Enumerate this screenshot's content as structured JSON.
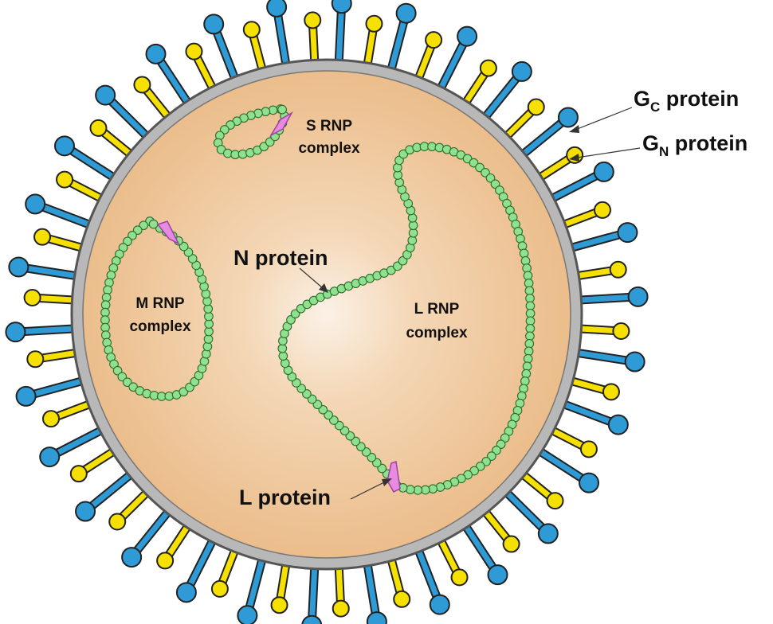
{
  "labels": {
    "gc": {
      "base": "G",
      "sub": "C",
      "rest": " protein"
    },
    "gn": {
      "base": "G",
      "sub": "N",
      "rest": " protein"
    },
    "n_protein": "N protein",
    "l_protein": "L protein",
    "s_rnp": {
      "line1": "S RNP",
      "line2": "complex"
    },
    "m_rnp": {
      "line1": "M RNP",
      "line2": "complex"
    },
    "l_rnp": {
      "line1": "L RNP",
      "line2": "complex"
    }
  },
  "colors": {
    "gc_spike": "#2e9bd6",
    "gn_spike": "#f6e000",
    "membrane": "#b8b8b8",
    "interior": "#efc497",
    "rnp_bead": "#8fe08f",
    "l_polymerase": "#e58be0"
  }
}
